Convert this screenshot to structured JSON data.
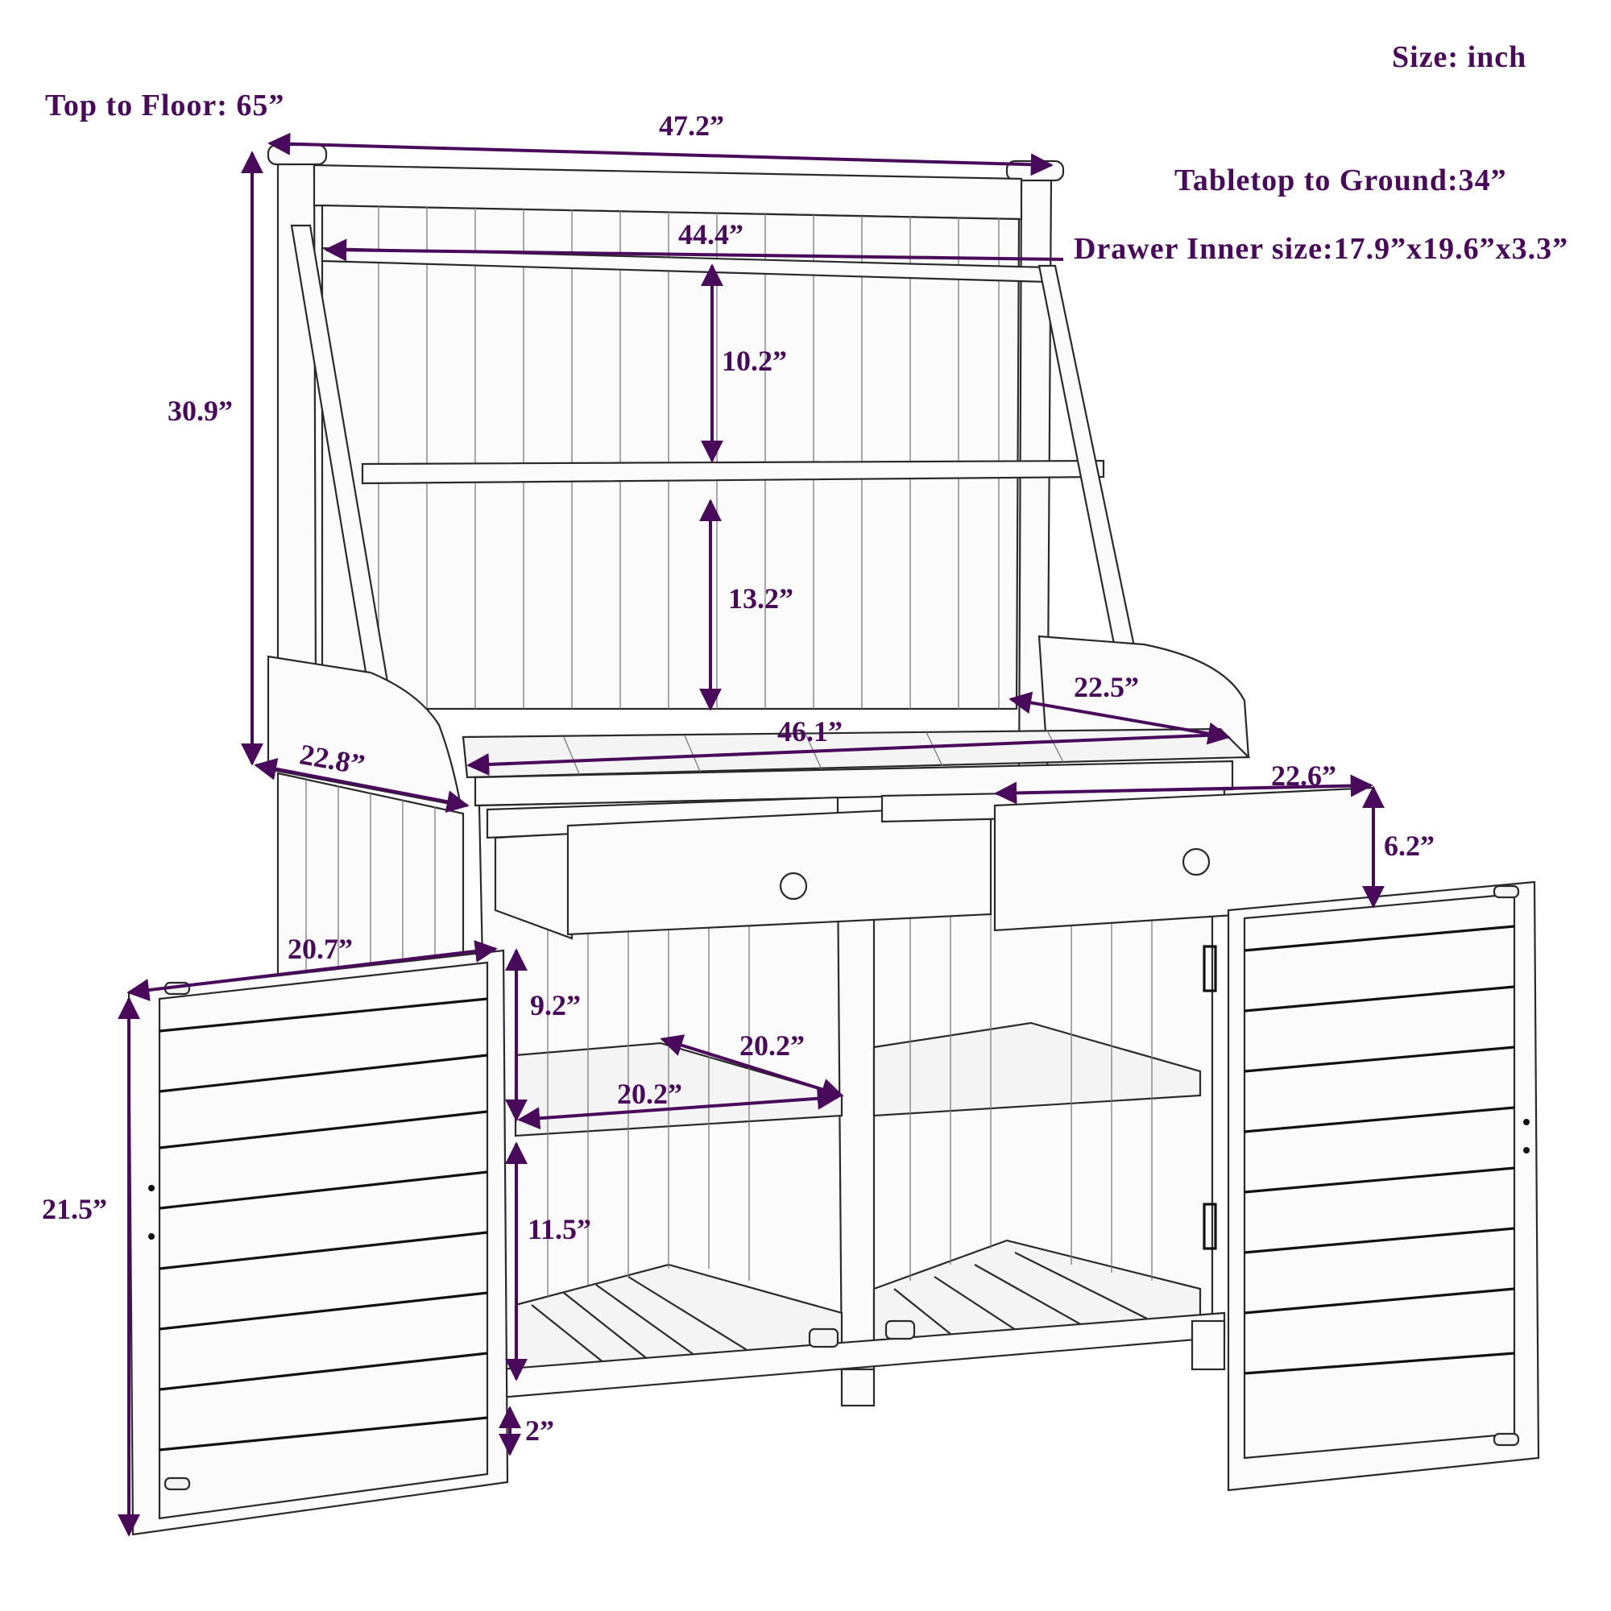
{
  "header": {
    "size_unit": "Size: inch",
    "top_to_floor": "Top to Floor: 65”",
    "tabletop_to_ground": "Tabletop to Ground:34”",
    "drawer_inner_size": "Drawer Inner size:17.9”x19.6”x3.3”"
  },
  "colors": {
    "annotation": "#4a0a5c",
    "line_art": "#2a2a2a",
    "background": "#ffffff"
  },
  "dimensions": {
    "top_width": "47.2”",
    "upper_shelf_width": "44.4”",
    "upper_shelf_gap": "10.2”",
    "hutch_height": "30.9”",
    "lower_shelf_gap": "13.2”",
    "tabletop_width": "46.1”",
    "tabletop_depth_right": "22.5”",
    "side_depth_left": "22.8”",
    "drawer_depth": "22.6”",
    "drawer_height": "6.2”",
    "door_width": "20.7”",
    "cabinet_upper_height": "9.2”",
    "inner_shelf_depth": "20.2”",
    "inner_shelf_width": "20.2”",
    "door_height": "21.5”",
    "cabinet_lower_height": "11.5”",
    "leg_height": "2”"
  }
}
